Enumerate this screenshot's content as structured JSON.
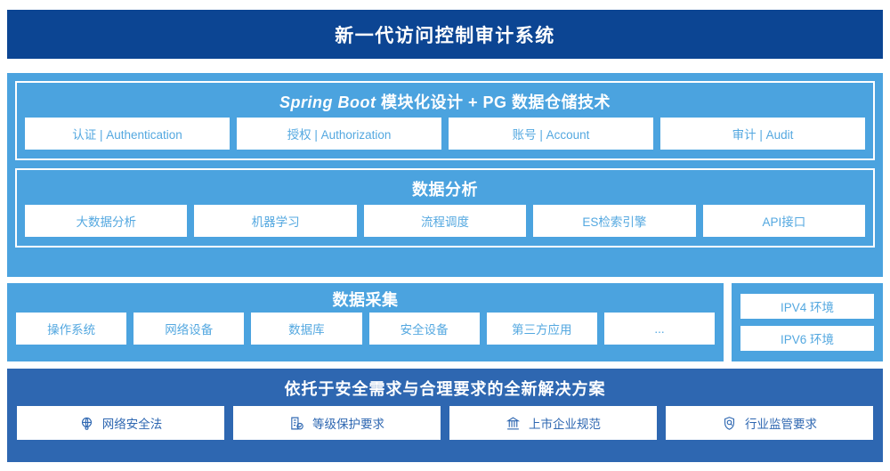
{
  "header": {
    "title": "新一代访问控制审计系统"
  },
  "platform": {
    "groups": [
      {
        "title_prefix": "Spring Boot",
        "title_rest": " 模块化设计 + PG 数据仓储技术",
        "items": [
          {
            "label": "认证 | Authentication"
          },
          {
            "label": "授权 | Authorization"
          },
          {
            "label": "账号 | Account"
          },
          {
            "label": "审计 | Audit"
          }
        ]
      },
      {
        "title": "数据分析",
        "items": [
          {
            "label": "大数据分析"
          },
          {
            "label": "机器学习"
          },
          {
            "label": "流程调度"
          },
          {
            "label": "ES检索引擎"
          },
          {
            "label": "API接口"
          }
        ]
      }
    ]
  },
  "collection": {
    "title": "数据采集",
    "items": [
      {
        "label": "操作系统"
      },
      {
        "label": "网络设备"
      },
      {
        "label": "数据库"
      },
      {
        "label": "安全设备"
      },
      {
        "label": "第三方应用"
      },
      {
        "label": "..."
      }
    ],
    "environments": [
      {
        "label": "IPV4 环境"
      },
      {
        "label": "IPV6 环境"
      }
    ]
  },
  "solution": {
    "title": "依托于安全需求与合理要求的全新解决方案",
    "items": [
      {
        "label": "网络安全法",
        "icon": "globe-network-icon"
      },
      {
        "label": "等级保护要求",
        "icon": "document-check-icon"
      },
      {
        "label": "上市企业规范",
        "icon": "bank-building-icon"
      },
      {
        "label": "行业监管要求",
        "icon": "shield-search-icon"
      }
    ]
  },
  "colors": {
    "header_navy": "#0C4593",
    "platform_blue": "#4BA3DF",
    "solution_blue": "#2E67B1",
    "chip_text_blue": "#54A8E0",
    "chip_bg": "#ffffff"
  }
}
